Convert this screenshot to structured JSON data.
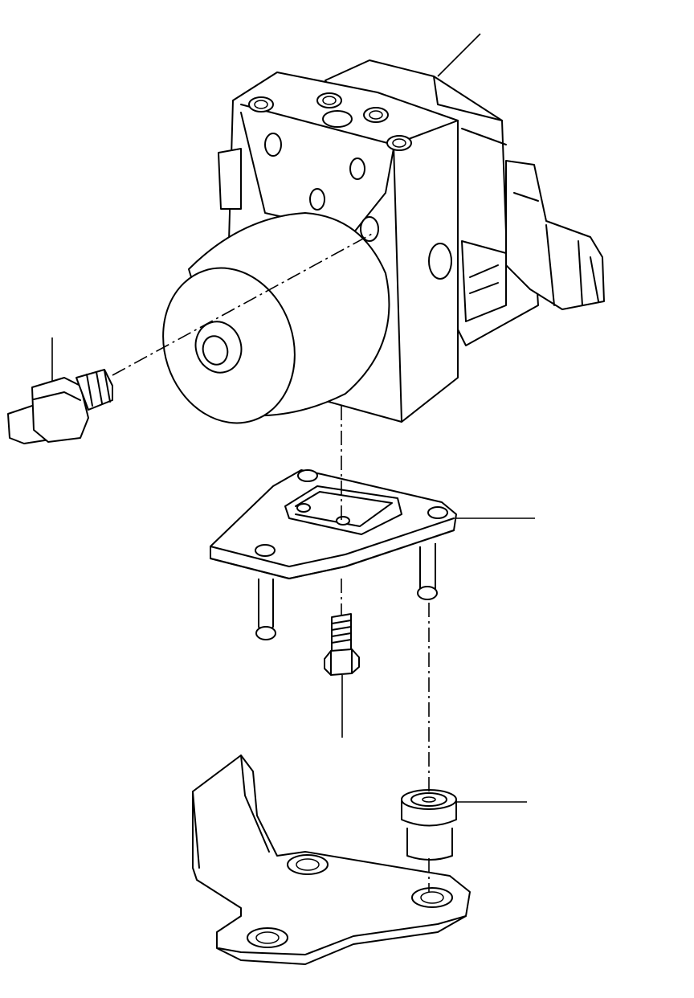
{
  "diagram": {
    "type": "exploded-parts-diagram",
    "parts": [
      {
        "id": "abs-hydraulic-unit",
        "callout": ""
      },
      {
        "id": "brake-pipe-union-fitting",
        "callout": ""
      },
      {
        "id": "upper-mounting-bracket",
        "callout": ""
      },
      {
        "id": "rubber-bush-mount",
        "callout": ""
      },
      {
        "id": "hex-bolt",
        "callout": ""
      },
      {
        "id": "lower-support-bracket",
        "callout": ""
      }
    ],
    "colors": {
      "line": "#000000",
      "background": "#ffffff"
    }
  }
}
